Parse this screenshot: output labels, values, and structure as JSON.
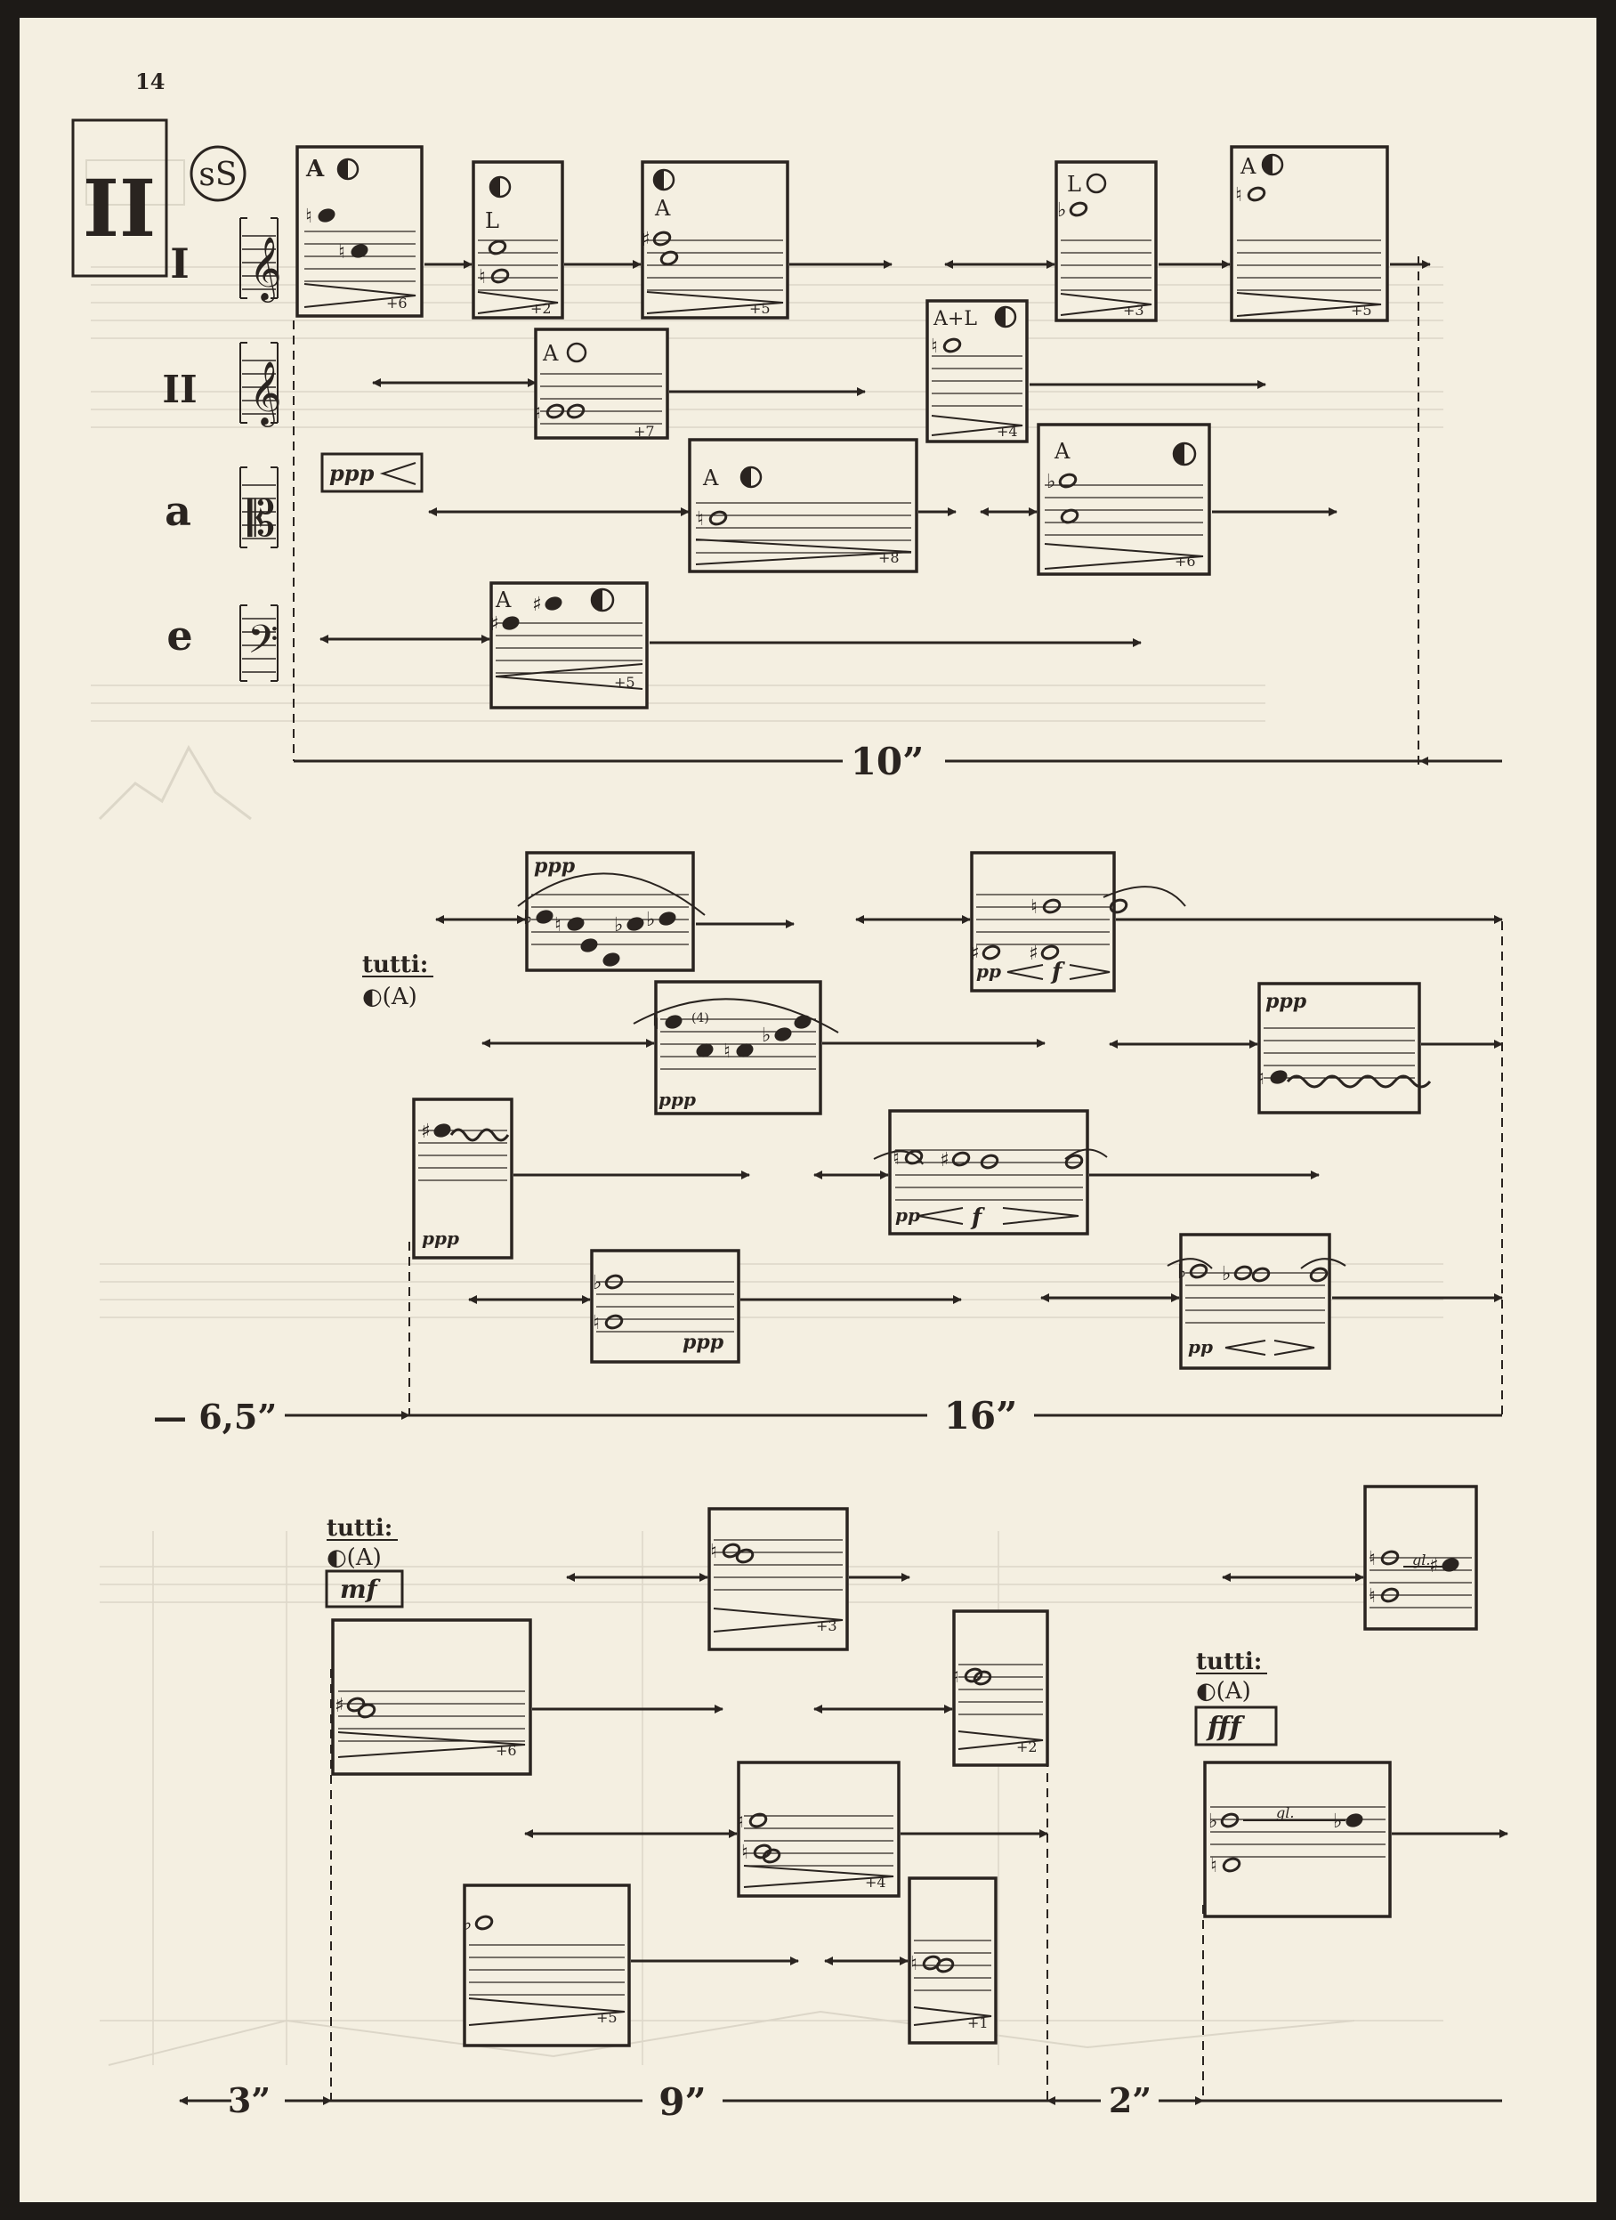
{
  "page_number": "14",
  "section": "II",
  "circle_label": "sS",
  "staff_labels": [
    "I",
    "II",
    "a",
    "e"
  ],
  "labels": {
    "A": "A",
    "L": "L",
    "AL": "A+L",
    "p5": "+5",
    "p2": "+2",
    "p6": "+6",
    "p3": "+3",
    "p7": "+7",
    "p4": "+4",
    "p8": "+8",
    "p1": "+1",
    "ppp": "ppp",
    "pp": "pp",
    "f": "f",
    "mf": "mf",
    "fff": "fff",
    "n4": "(4)",
    "gl": "gl."
  },
  "tutti": {
    "label": "tutti:",
    "mark": "◐(A)"
  },
  "durations": {
    "d10": "10”",
    "d6_5": "— 6,5”",
    "d16": "16”",
    "d3": "3”",
    "d9": "9”",
    "d2": "2”"
  },
  "colors": {
    "ink": "#2a2420",
    "paper": "#f4efe1",
    "ghost": "#c9c3b4"
  }
}
